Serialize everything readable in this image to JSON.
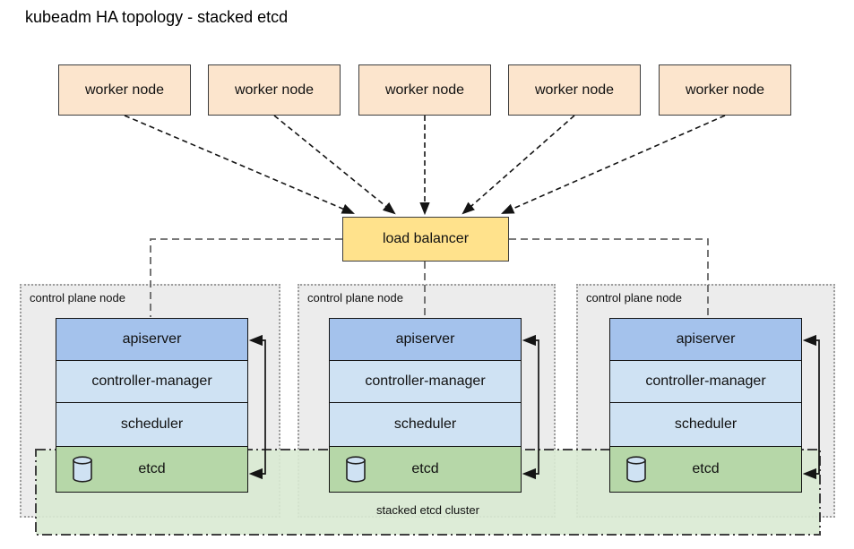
{
  "title": "kubeadm HA topology - stacked etcd",
  "workers": [
    "worker node",
    "worker node",
    "worker node",
    "worker node",
    "worker node"
  ],
  "load_balancer": {
    "label": "load balancer"
  },
  "control_plane": {
    "label": "control plane node",
    "components": {
      "apiserver": "apiserver",
      "controller_manager": "controller-manager",
      "scheduler": "scheduler",
      "etcd": "etcd"
    }
  },
  "cluster": {
    "label": "stacked etcd cluster"
  },
  "colors": {
    "worker-fill": "#fce5cd",
    "lb-fill": "#ffe28c",
    "apiserver-fill": "#a4c2ec",
    "component-fill": "#cfe2f3",
    "etcd-fill": "#b6d7a8",
    "cluster-fill": "#d9ead3",
    "container-fill": "#ececec",
    "connector-gray": "#666666",
    "arrow-black": "#141414"
  }
}
